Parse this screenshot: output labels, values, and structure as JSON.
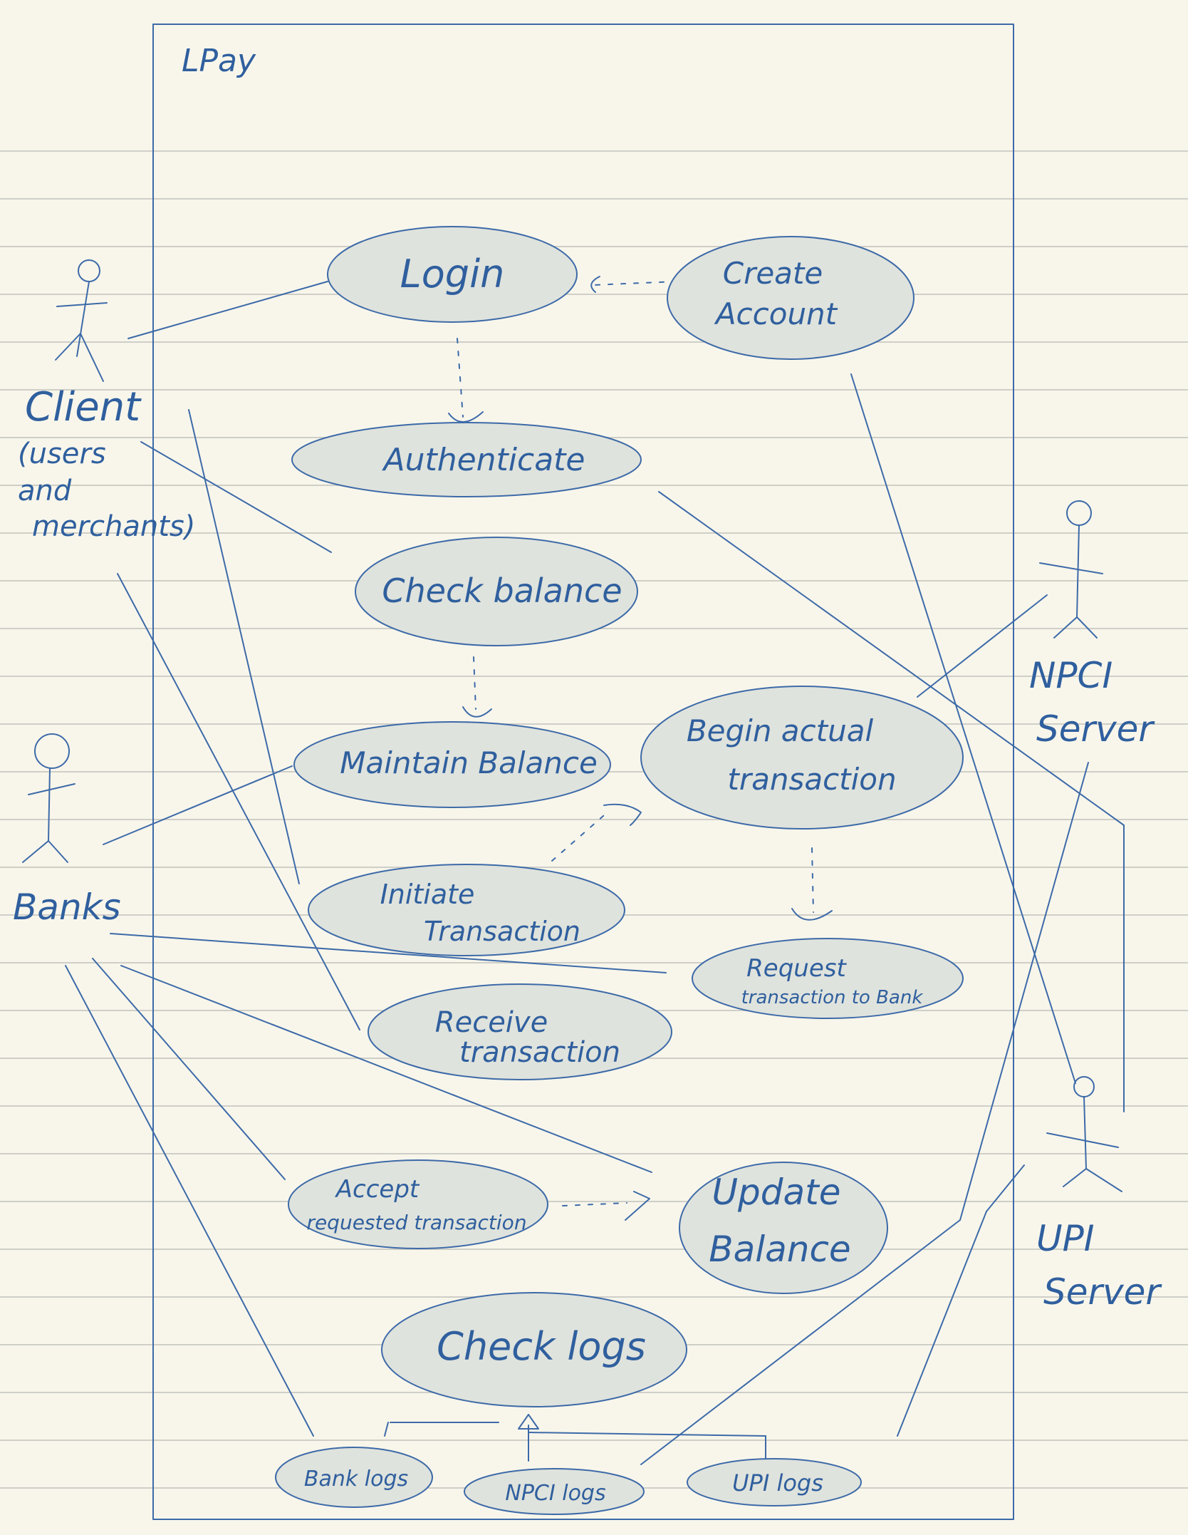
{
  "system": {
    "name": "LPay"
  },
  "actors": {
    "client": {
      "label": "Client",
      "note_line1": "(users",
      "note_line2": "and",
      "note_line3": "merchants)"
    },
    "banks": {
      "label": "Banks"
    },
    "npci": {
      "label_line1": "NPCI",
      "label_line2": "Server"
    },
    "upi": {
      "label_line1": "UPI",
      "label_line2": "Server"
    }
  },
  "use_cases": {
    "login": {
      "line1": "Login"
    },
    "create_account": {
      "line1": "Create",
      "line2": "Account"
    },
    "authenticate": {
      "line1": "Authenticate"
    },
    "check_balance": {
      "line1": "Check balance"
    },
    "maintain_balance": {
      "line1": "Maintain Balance"
    },
    "begin_transaction": {
      "line1": "Begin actual",
      "line2": "transaction"
    },
    "initiate_transaction": {
      "line1": "Initiate",
      "line2": "Transaction"
    },
    "request_transaction": {
      "line1": "Request",
      "line2": "transaction to Bank"
    },
    "receive_transaction": {
      "line1": "Receive",
      "line2": "transaction"
    },
    "accept_transaction": {
      "line1": "Accept",
      "line2": "requested transaction"
    },
    "update_balance": {
      "line1": "Update",
      "line2": "Balance"
    },
    "check_logs": {
      "line1": "Check logs"
    },
    "bank_logs": {
      "line1": "Bank logs"
    },
    "npci_logs": {
      "line1": "NPCI logs"
    },
    "upi_logs": {
      "line1": "UPI logs"
    }
  },
  "colors": {
    "paper": "#f8f6eb",
    "ink": "#3d6aa8",
    "use_case_fill": "#dfe3dd",
    "ruled_line": "#cfcfc8"
  }
}
